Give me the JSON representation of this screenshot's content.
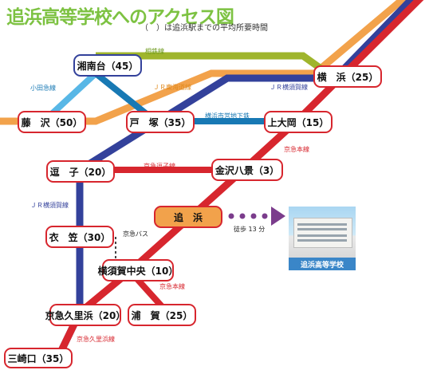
{
  "title": "追浜高等学校へのアクセス図",
  "subtitle": "（　）は追浜駅までの平均所要時間",
  "stations": {
    "shonandai": "湘南台（45）",
    "yokohama": "横　浜（25）",
    "fujisawa": "藤　沢（50）",
    "totsuka": "戸　塚（35）",
    "kamiooka": "上大岡（15）",
    "zushi": "逗　子（20）",
    "kanazawa_hakkei": "金沢八景（3）",
    "oppama": "追　浜",
    "kinugasa": "衣　笠（30）",
    "yokosuka_chuo": "横須賀中央（10）",
    "keikyu_kurihama": "京急久里浜（20）",
    "uraga": "浦　賀（25）",
    "misakiguchi": "三崎口（35）"
  },
  "lines": {
    "sotetsu": "相鉄線",
    "odakyu": "小田急線",
    "jr_tokaido": "ＪＲ東海道線",
    "jr_yokosuka_top": "ＪＲ横須賀線",
    "yokohama_subway": "横浜市営地下鉄",
    "keikyu_main_top": "京急本線",
    "keikyu_zushi": "京急逗子線",
    "jr_yokosuka_left": "ＪＲ横須賀線",
    "keikyu_bus": "京急バス",
    "keikyu_main_bottom": "京急本線",
    "keikyu_kurihama": "京急久里浜線"
  },
  "walk": "徒歩 13 分",
  "school_caption": "追浜高等学校",
  "colors": {
    "title": "#7dc242",
    "keikyu": "#d7262e",
    "jr_yokosuka": "#33419b",
    "jr_tokaido": "#f2a24b",
    "sotetsu": "#9fb52c",
    "subway": "#1879b4",
    "walk": "#7b3c8c"
  }
}
